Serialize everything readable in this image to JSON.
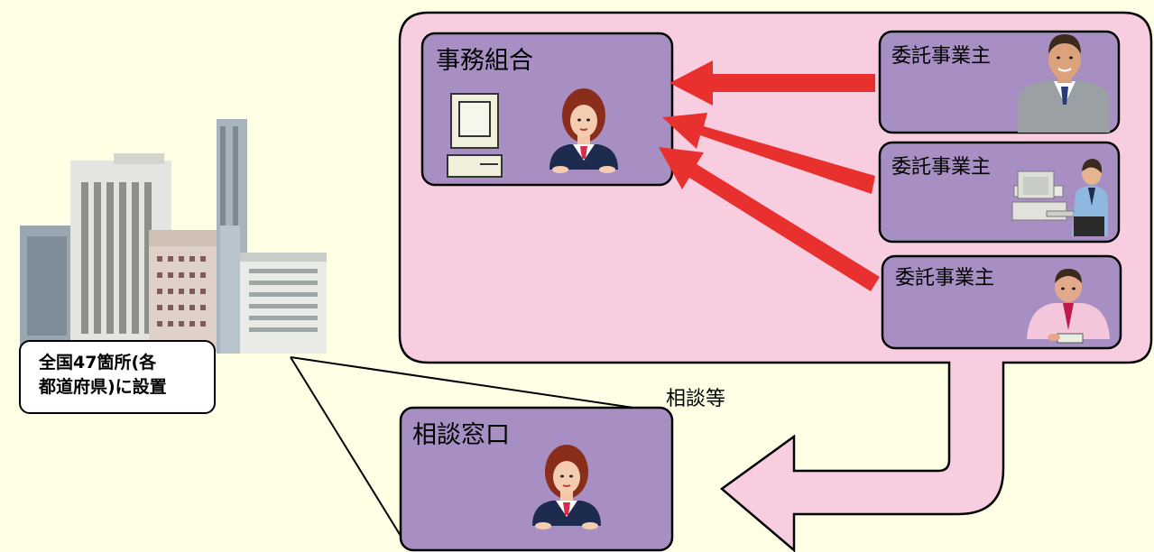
{
  "colors": {
    "background": "#ffffe6",
    "region_fill": "#f8cde0",
    "box_fill": "#a78fc4",
    "arrow_red": "#e8302e",
    "outline": "#000000"
  },
  "association_box": {
    "title": "事務組合"
  },
  "consultation_box": {
    "title": "相談窓口"
  },
  "employers": [
    {
      "title": "委託事業主",
      "icon": "businessman-icon"
    },
    {
      "title": "委託事業主",
      "icon": "computer-worker-icon"
    },
    {
      "title": "委託事業主",
      "icon": "desk-writer-icon"
    }
  ],
  "flow_label": "相談等",
  "location_caption": {
    "line1": "全国47箇所(各",
    "line2": "都道府県)に設置"
  }
}
